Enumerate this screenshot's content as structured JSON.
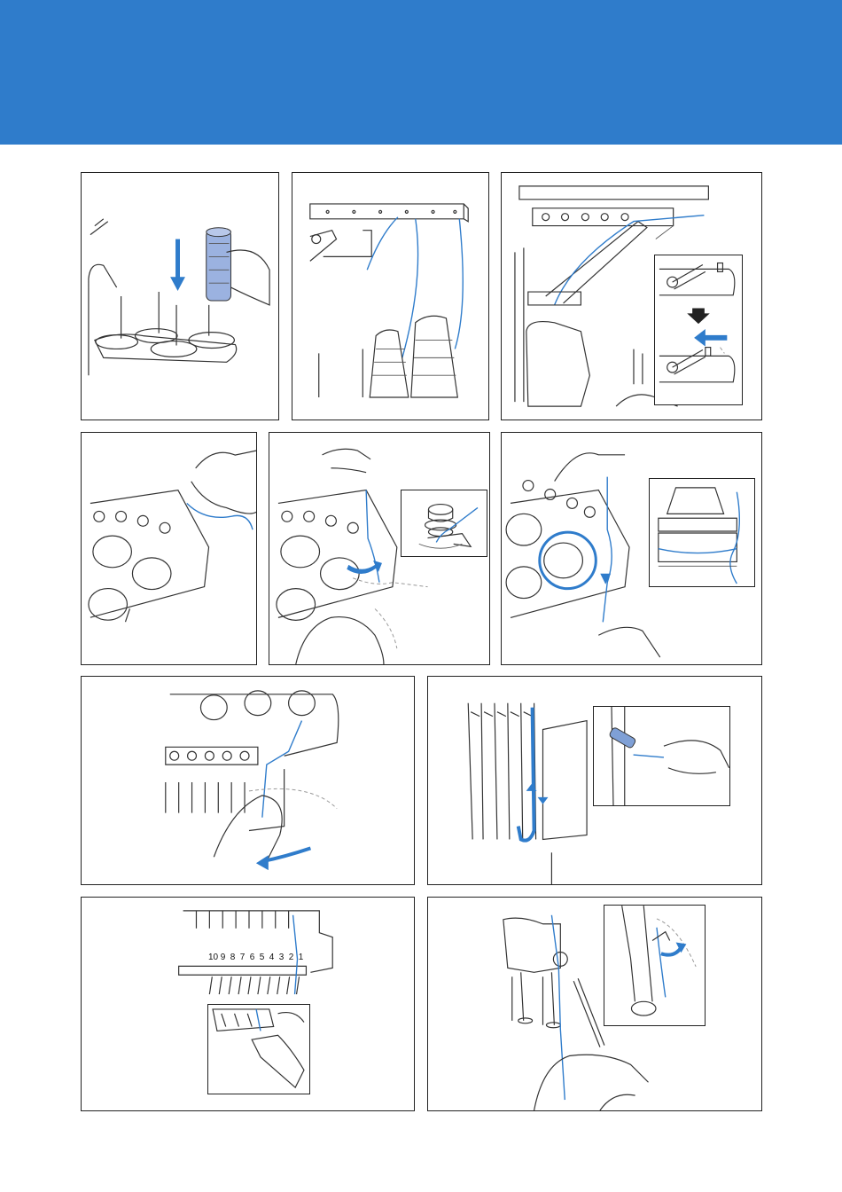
{
  "colors": {
    "header": "#2f7ccb",
    "thread": "#2f7ccb",
    "spool": "#9bb2e0",
    "border": "#222222"
  },
  "panels": [
    {
      "id": "spool-stand"
    },
    {
      "id": "thread-guide-bar"
    },
    {
      "id": "upper-thread-guide"
    },
    {
      "id": "thread-tension-pull"
    },
    {
      "id": "tension-disc"
    },
    {
      "id": "tension-wrap"
    },
    {
      "id": "guide-plate"
    },
    {
      "id": "take-up-lever"
    },
    {
      "id": "needle-bar-guide"
    },
    {
      "id": "needle-threading"
    }
  ],
  "needle_numbers": [
    "10",
    "9",
    "8",
    "7",
    "6",
    "5",
    "4",
    "3",
    "2",
    "1"
  ]
}
